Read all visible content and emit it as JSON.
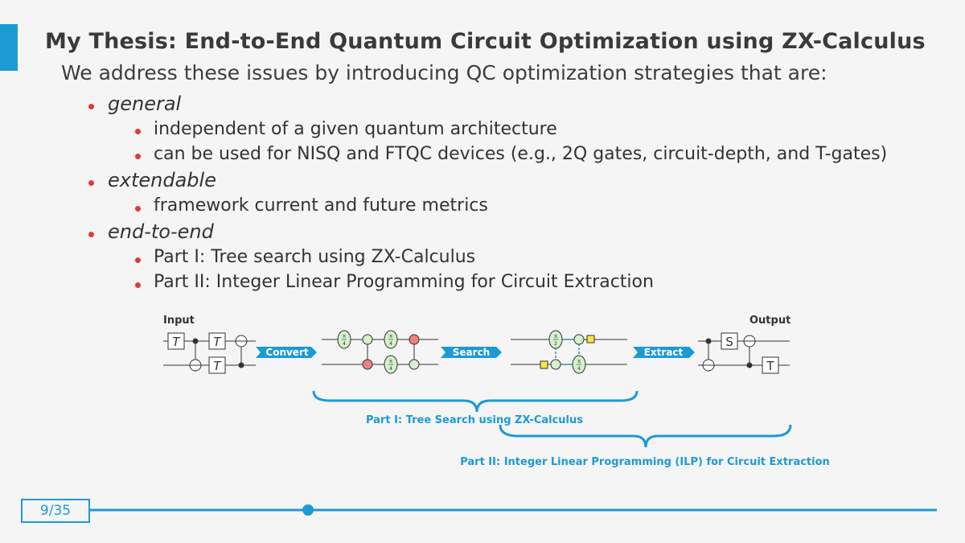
{
  "slide": {
    "title": "My Thesis:  End-to-End Quantum Circuit Optimization using ZX-Calculus",
    "subtitle": "We address these issues by introducing QC optimization strategies that are:"
  },
  "bullets": [
    {
      "label": "general",
      "subs": [
        "independent of a given quantum architecture",
        "can be used for NISQ and FTQC devices (e.g., 2Q gates, circuit-depth, and T-gates)"
      ]
    },
    {
      "label": "extendable",
      "subs": [
        "framework current and future metrics"
      ]
    },
    {
      "label": "end-to-end",
      "subs": [
        "Part I: Tree search using ZX-Calculus",
        "Part II: Integer Linear Programming for Circuit Extraction"
      ]
    }
  ],
  "diagram": {
    "input_label": "Input",
    "output_label": "Output",
    "arrows": [
      "Convert",
      "Search",
      "Extract"
    ],
    "gates": {
      "t": "T",
      "s": "S"
    },
    "phases": {
      "pi": "π",
      "four": "4",
      "two": "2"
    },
    "part1_label": "Part I: Tree Search using ZX-Calculus",
    "part2_label": "Part II: Integer Linear Programming (ILP) for Circuit Extraction"
  },
  "footer": {
    "page": "9/35",
    "progress": 0.33
  },
  "colors": {
    "accent": "#1b9ad6",
    "bullet": "#e03a3a",
    "green_spider": "#d4f0cc",
    "red_spider": "#f08080",
    "yellow_box": "#f5e642"
  }
}
